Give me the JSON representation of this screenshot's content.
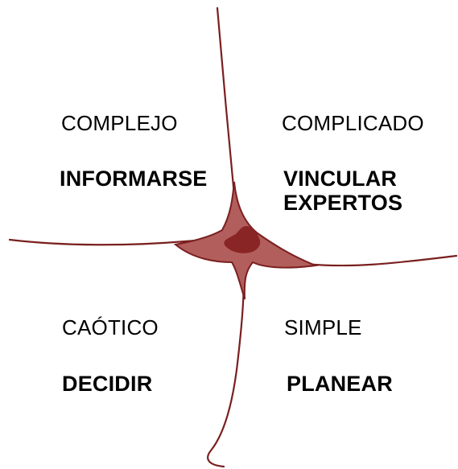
{
  "colors": {
    "stroke": "#7a1f1f",
    "fill": "#b25e5c",
    "core": "#8a2525",
    "text": "#000000"
  },
  "quadrants": {
    "complex": {
      "name": "COMPLEJO",
      "action": "INFORMARSE"
    },
    "complicated": {
      "name": "COMPLICADO",
      "action": "VINCULAR\nEXPERTOS"
    },
    "chaotic": {
      "name": "CAÓTICO",
      "action": "DECIDIR"
    },
    "simple": {
      "name": "SIMPLE",
      "action": "PLANEAR"
    }
  }
}
